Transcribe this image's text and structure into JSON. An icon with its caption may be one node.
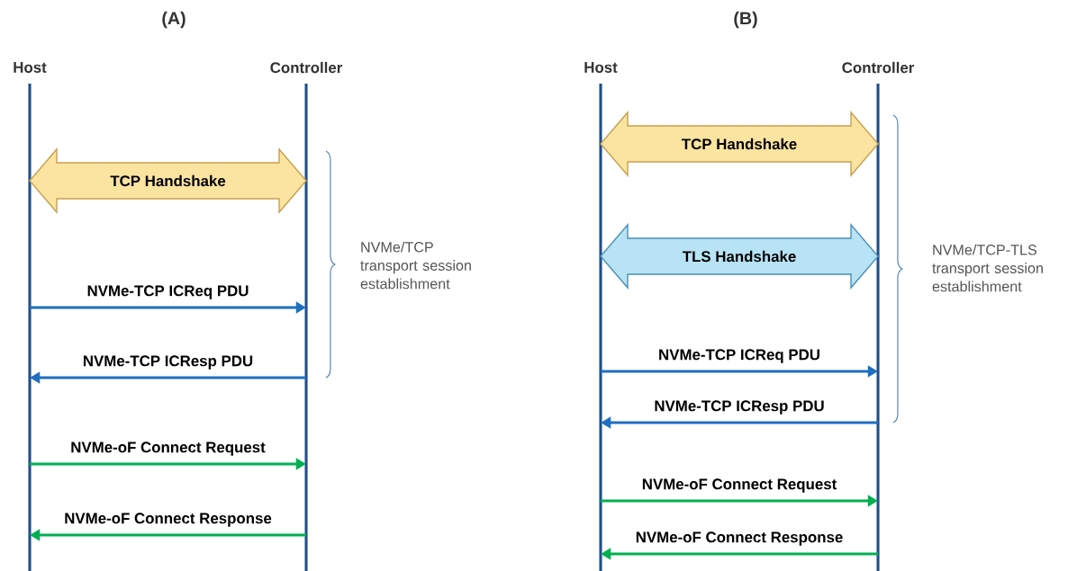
{
  "diagram": {
    "nodes": [
      {
        "text": [
          "Host"
        ]
      },
      {
        "text": [
          "Controller"
        ]
      },
      {
        "text": [
          "TCP Handshake"
        ]
      },
      {
        "text": [
          "Host"
        ]
      },
      {
        "text": [
          "Controller"
        ]
      },
      {
        "text": [
          "TCP Handshake"
        ]
      },
      {
        "text": [
          "TLS Handshake"
        ]
      }
    ],
    "edges": [
      {
        "from": 0,
        "to": 1,
        "arrow": "to",
        "label": "NVMe-TCP ICReq PDU"
      },
      {
        "from": 1,
        "to": 0,
        "arrow": "to",
        "label": "NVMe-TCP ICResp PDU"
      },
      {
        "from": 0,
        "to": 1,
        "arrow": "to",
        "label": "NVMe-oF Connect Request",
        "color": "#00b050"
      },
      {
        "from": 1,
        "to": 0,
        "arrow": "to",
        "label": "NVMe-oF Connect Response",
        "color": "#00b050"
      },
      {
        "from": 3,
        "to": 4,
        "arrow": "to",
        "label": "NVMe-TCP ICReq PDU"
      },
      {
        "from": 4,
        "to": 3,
        "arrow": "to",
        "label": "NVMe-TCP ICResp PDU"
      },
      {
        "from": 3,
        "to": 4,
        "arrow": "to",
        "label": "NVMe-oF Connect Request",
        "color": "#00b050"
      },
      {
        "from": 4,
        "to": 3,
        "arrow": "to",
        "label": "NVMe-oF Connect Response",
        "color": "#00b050"
      }
    ],
    "labels": [
      "(A)",
      "(B)",
      "NVMe/TCP transport session establishment",
      "NVMe/TCP-TLS transport session establishment"
    ]
  }
}
